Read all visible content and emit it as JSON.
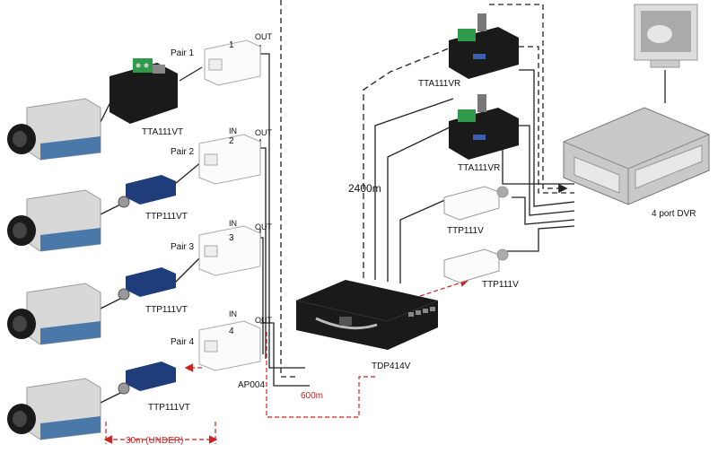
{
  "labels": {
    "pair1": "Pair 1",
    "pair2": "Pair 2",
    "pair3": "Pair 3",
    "pair4": "Pair 4",
    "num1": "1",
    "num2": "2",
    "num3": "3",
    "num4": "4",
    "out": "OUT",
    "in": "IN",
    "tta111vt": "TTA111VT",
    "ttp111vt": "TTP111VT",
    "ap004": "AP004",
    "tta111vr": "TTA111VR",
    "ttp111v": "TTP111V",
    "dvr": "4 port DVR",
    "tdp414v": "TDP414V",
    "dist2400": "2400m",
    "dist600": "600m",
    "dist30": "30m (UNDER)"
  },
  "colors": {
    "line": "#222222",
    "dash_red": "#cc2222",
    "device_dark": "#1a1a1a",
    "device_blue": "#1f3d7a",
    "camera_body": "#d8d8d8",
    "camera_stripe": "#4a78a8"
  }
}
